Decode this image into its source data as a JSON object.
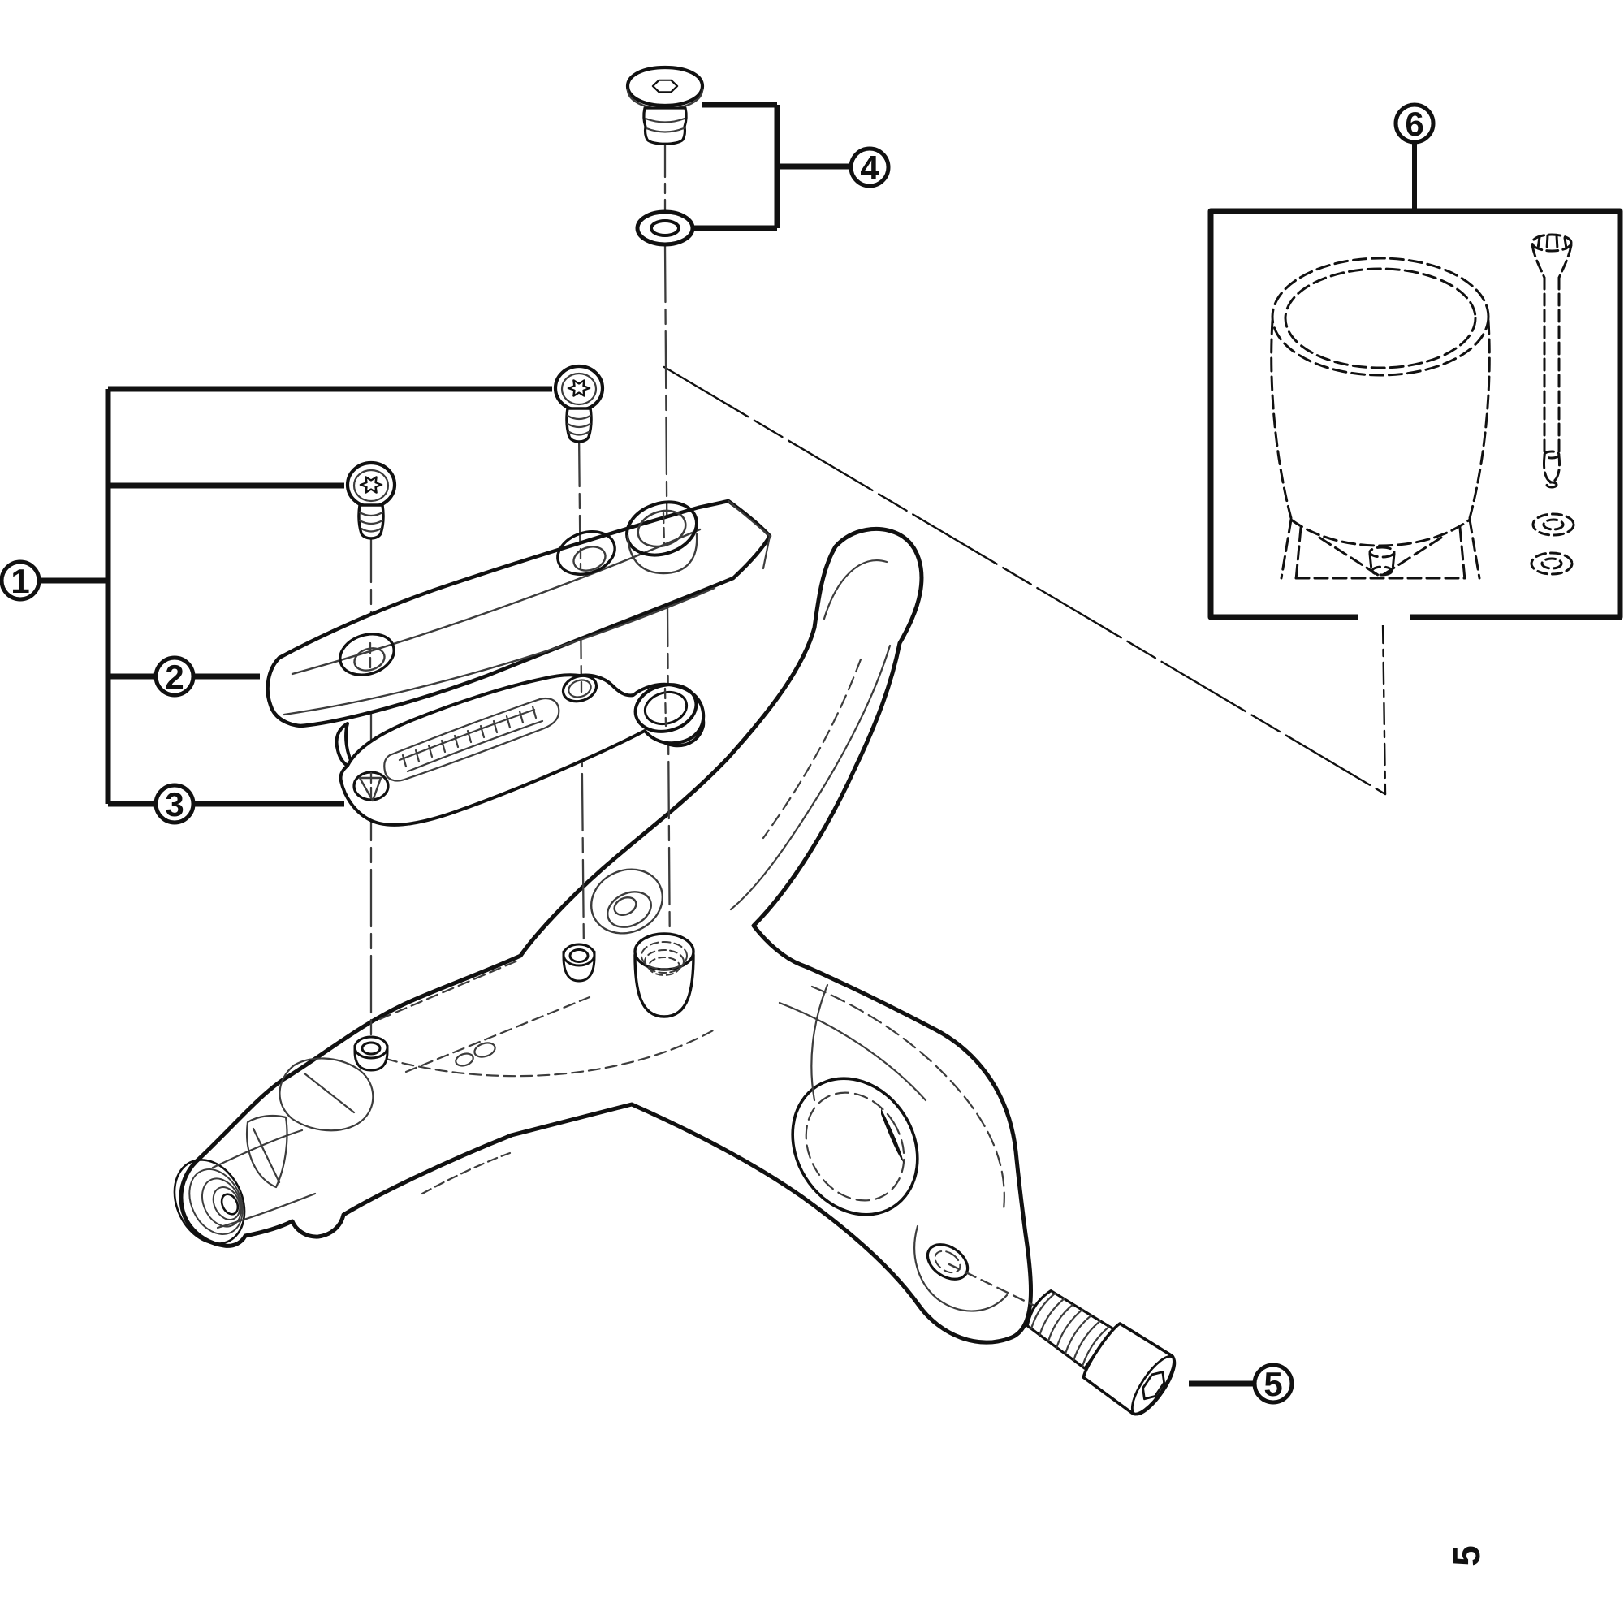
{
  "page_number": "5",
  "colors": {
    "line": "#111111",
    "line_light": "#3c3c3c",
    "background": "#ffffff"
  },
  "callouts": [
    {
      "label": "1"
    },
    {
      "label": "2"
    },
    {
      "label": "3"
    },
    {
      "label": "4"
    },
    {
      "label": "5"
    },
    {
      "label": "6"
    }
  ]
}
